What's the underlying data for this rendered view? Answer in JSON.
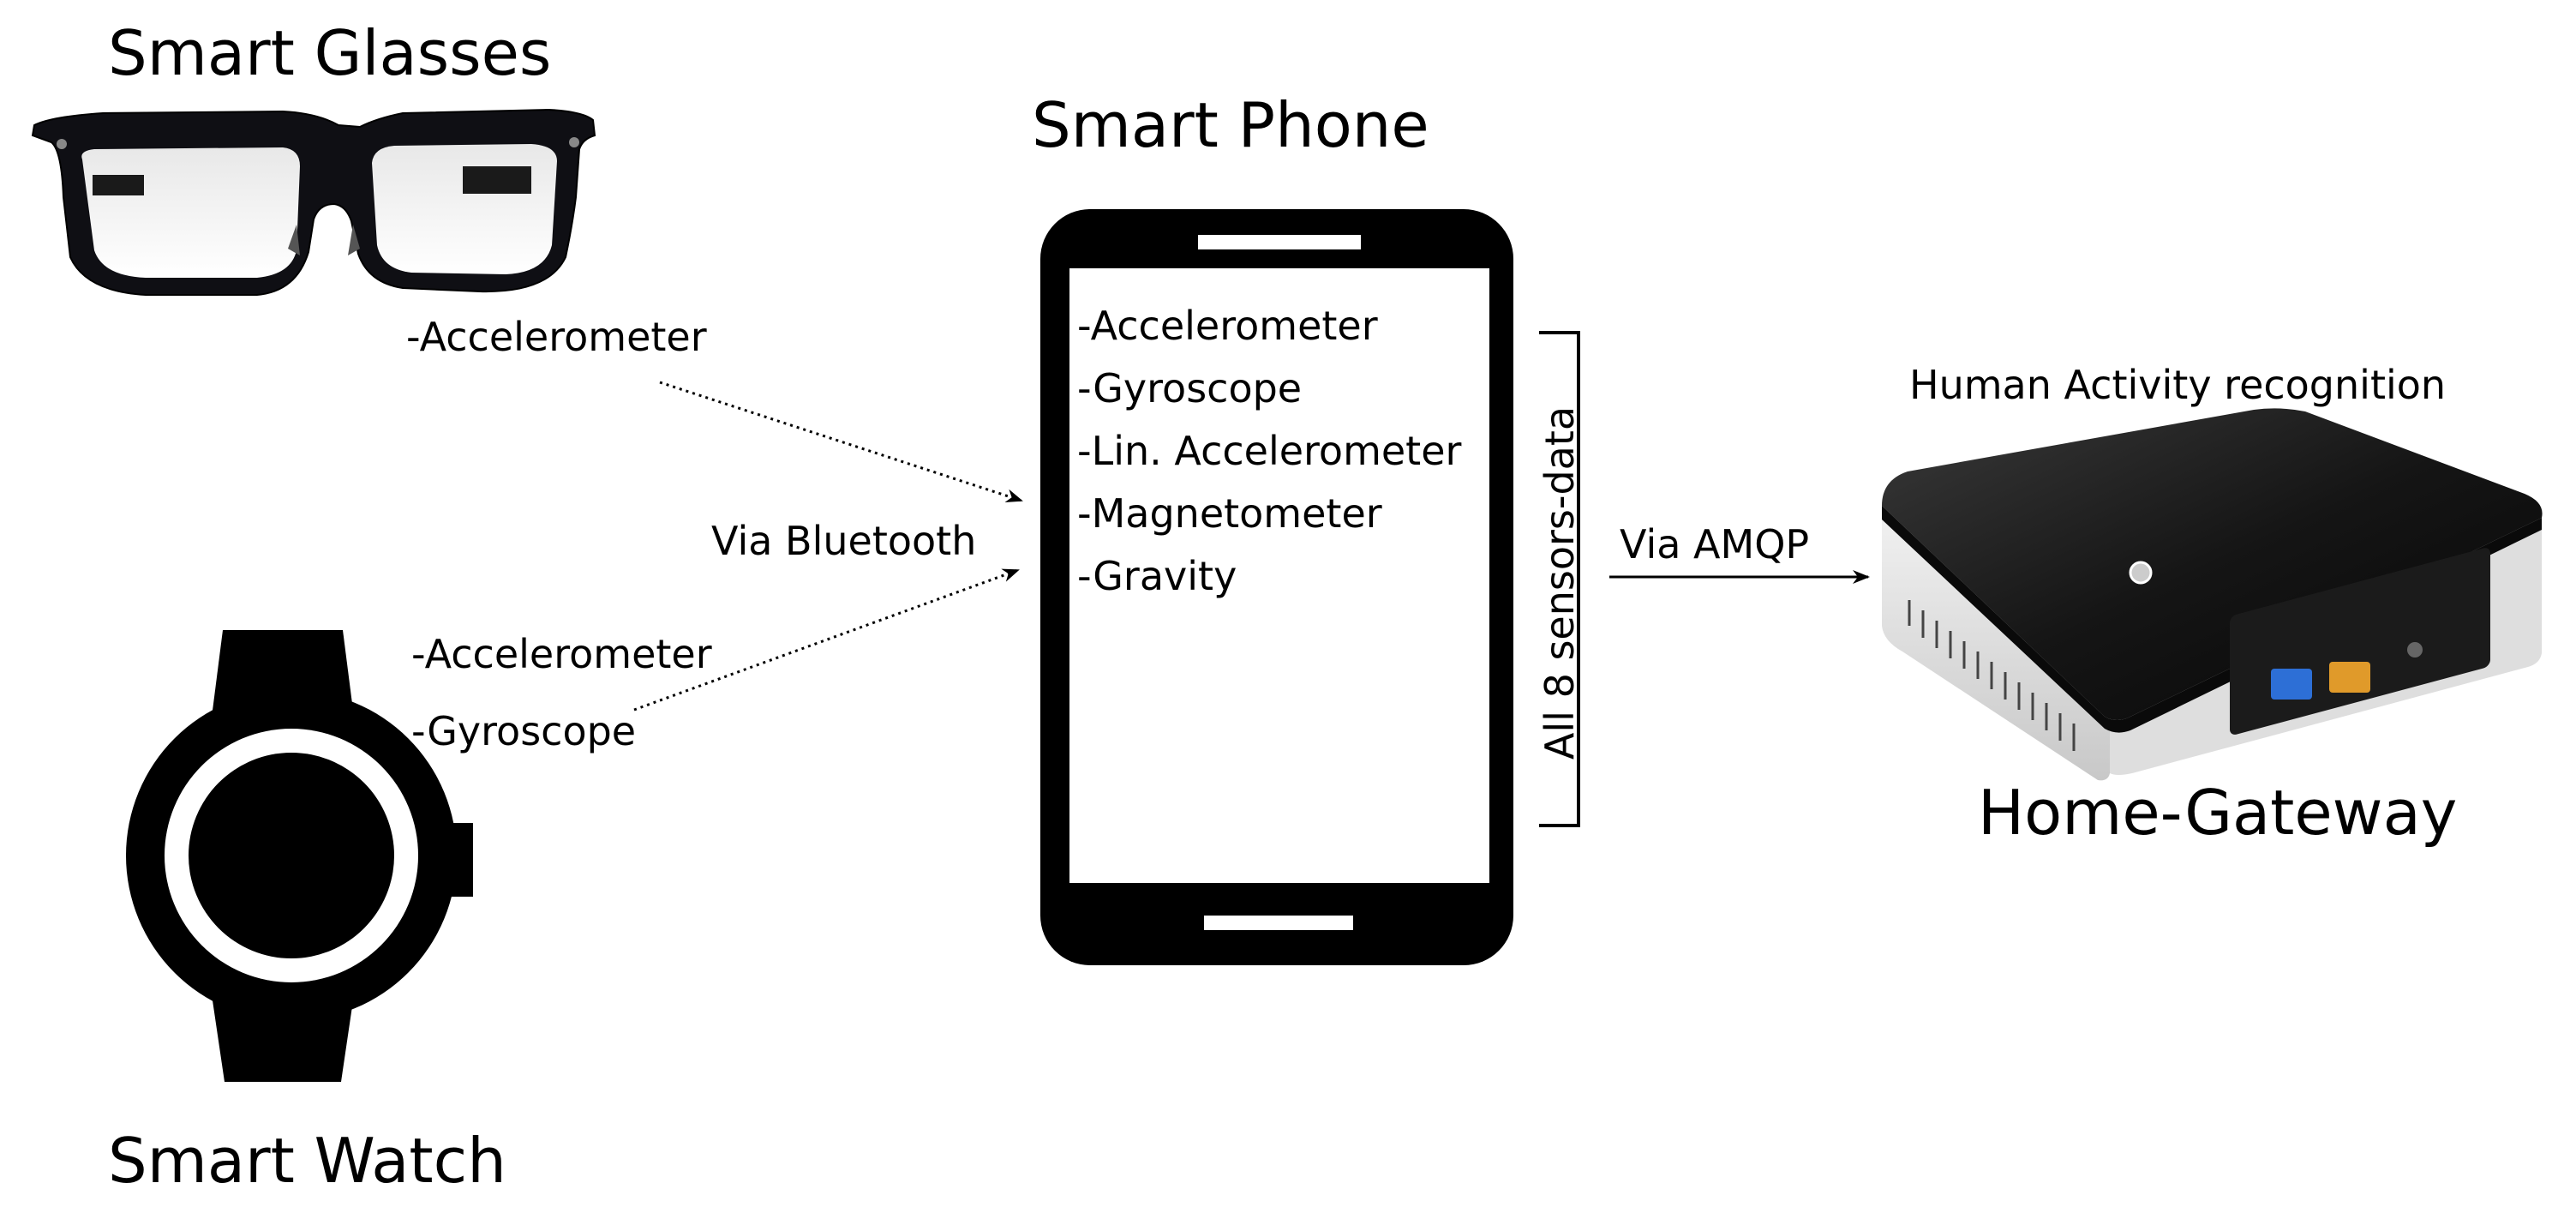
{
  "glasses": {
    "title": "Smart Glasses",
    "sensor": "-Accelerometer"
  },
  "watch": {
    "title": "Smart Watch",
    "sensors": [
      "-Accelerometer",
      "-Gyroscope"
    ]
  },
  "link_left": {
    "label": "Via Bluetooth"
  },
  "phone": {
    "title": "Smart Phone",
    "sensors": [
      "-Accelerometer",
      "-Gyroscope",
      "-Lin. Accelerometer",
      "-Magnetometer",
      "-Gravity"
    ],
    "bracket_label": "All 8 sensors-data"
  },
  "link_right": {
    "label": "Via AMQP"
  },
  "gateway": {
    "caption": "Human Activity recognition",
    "title": "Home-Gateway"
  }
}
